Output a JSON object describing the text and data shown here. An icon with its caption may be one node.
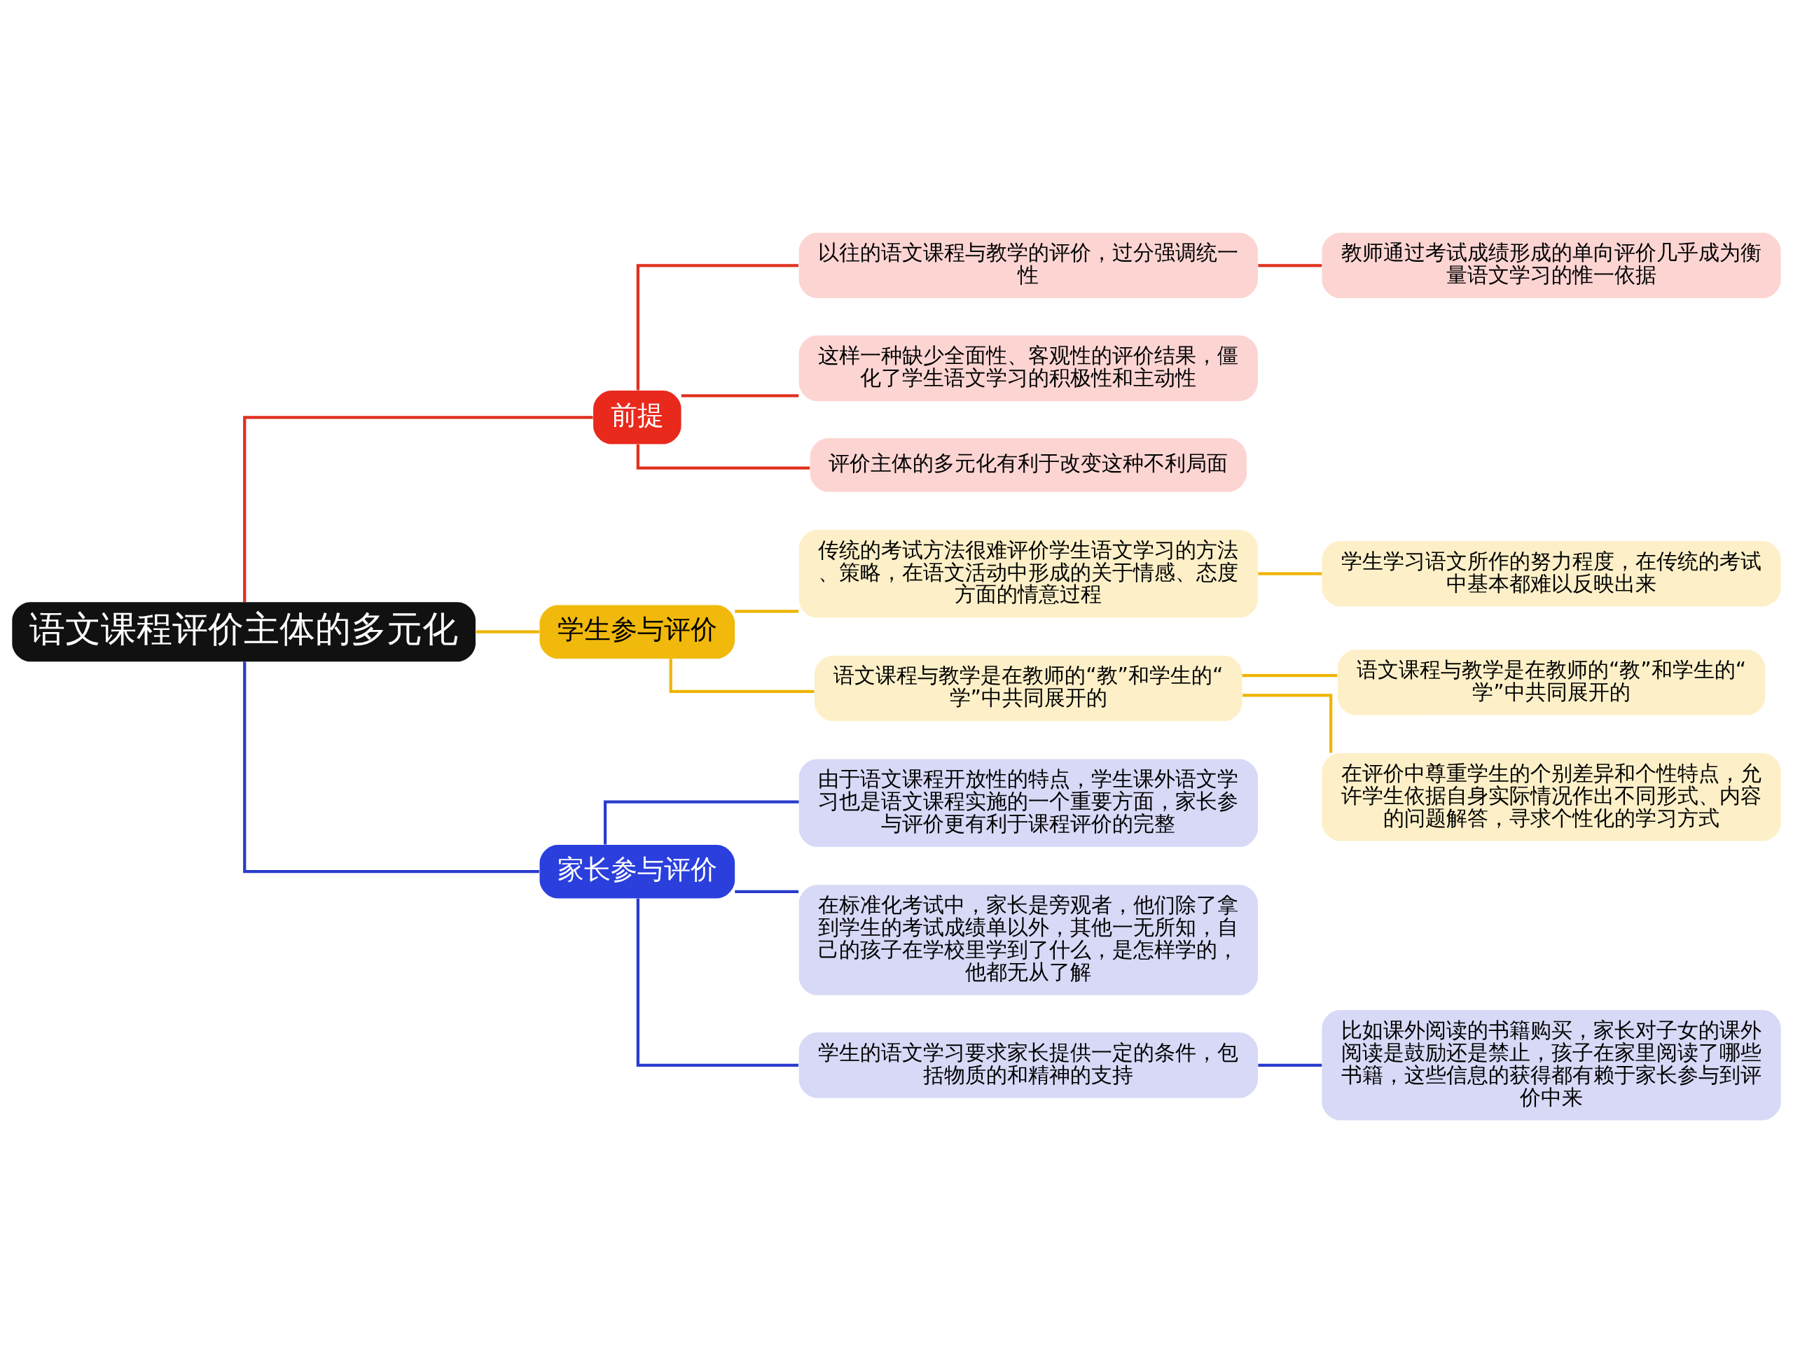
{
  "diagram": {
    "nodes": [
      {
        "text": [
          "语文课程评价主体的多元化"
        ]
      },
      {
        "text": [
          "前提"
        ]
      },
      {
        "text": [
          "以往的语文课程与教学的评价，过分强调统一性"
        ]
      },
      {
        "text": [
          "教师通过考试成绩形成的单向评价几乎成为衡量语文学习的惟一依据"
        ]
      },
      {
        "text": [
          "这样一种缺少全面性、客观性的评价结果，僵化了学生语文学习的积极性和主动性"
        ]
      },
      {
        "text": [
          "评价主体的多元化有利于改变这种不利局面"
        ]
      },
      {
        "text": [
          "学生参与评价"
        ]
      },
      {
        "text": [
          "传统的考试方法很难评价学生语文学习的方法、策略，在语文活动中形成的关于情感、态度方面的情意过程"
        ]
      },
      {
        "text": [
          "学生学习语文所作的努力程度，在传统的考试中基本都难以反映出来"
        ]
      },
      {
        "text": [
          "语文课程与教学是在教师的“教”和学生的“学”中共同展开的"
        ]
      },
      {
        "text": [
          "语文课程与教学是在教师的“教”和学生的“学”中共同展开的"
        ]
      },
      {
        "text": [
          "在评价中尊重学生的个别差异和个性特点，允许学生依据自身实际情况作出不同形式、内容的问题解答，寻求个性化的学习方式"
        ]
      },
      {
        "text": [
          "家长参与评价"
        ]
      },
      {
        "text": [
          "由于语文课程开放性的特点，学生课外语文学习也是语文课程实施的一个重要方面，家长参与评价更有利于课程评价的完整"
        ]
      },
      {
        "text": [
          "在标准化考试中，家长是旁观者，他们除了拿到学生的考试成绩单以外，其他一无所知，自己的孩子在学校里学到了什么，是怎样学的，他都无从了解"
        ]
      },
      {
        "text": [
          "学生的语文学习要求家长提供一定的条件，包括物质的和精神的支持"
        ]
      },
      {
        "text": [
          "比如课外阅读的书籍购买，家长对子女的课外阅读是鼓励还是禁止，孩子在家里阅读了哪些书籍，这些信息的获得都有赖于家长参与到评价中来"
        ]
      }
    ],
    "edges": [
      {
        "from": 0,
        "to": 1,
        "arrow": "none",
        "color": "#e0301e"
      },
      {
        "from": 1,
        "to": 2,
        "arrow": "none",
        "color": "#e0301e"
      },
      {
        "from": 2,
        "to": 3,
        "arrow": "none",
        "color": "#e0301e"
      },
      {
        "from": 1,
        "to": 4,
        "arrow": "none",
        "color": "#e0301e"
      },
      {
        "from": 1,
        "to": 5,
        "arrow": "none",
        "color": "#e0301e"
      },
      {
        "from": 0,
        "to": 6,
        "arrow": "none",
        "color": "#f0b400"
      },
      {
        "from": 6,
        "to": 7,
        "arrow": "none",
        "color": "#f0b400"
      },
      {
        "from": 7,
        "to": 8,
        "arrow": "none",
        "color": "#f0b400"
      },
      {
        "from": 6,
        "to": 9,
        "arrow": "none",
        "color": "#f0b400"
      },
      {
        "from": 9,
        "to": 10,
        "arrow": "none",
        "color": "#f0b400"
      },
      {
        "from": 9,
        "to": 11,
        "arrow": "none",
        "color": "#f0b400"
      },
      {
        "from": 0,
        "to": 12,
        "arrow": "none",
        "color": "#2a3ccc"
      },
      {
        "from": 12,
        "to": 13,
        "arrow": "none",
        "color": "#2a3ccc"
      },
      {
        "from": 12,
        "to": 14,
        "arrow": "none",
        "color": "#2a3ccc"
      },
      {
        "from": 12,
        "to": 15,
        "arrow": "none",
        "color": "#2a3ccc"
      },
      {
        "from": 15,
        "to": 16,
        "arrow": "none",
        "color": "#2a3ccc"
      }
    ]
  }
}
